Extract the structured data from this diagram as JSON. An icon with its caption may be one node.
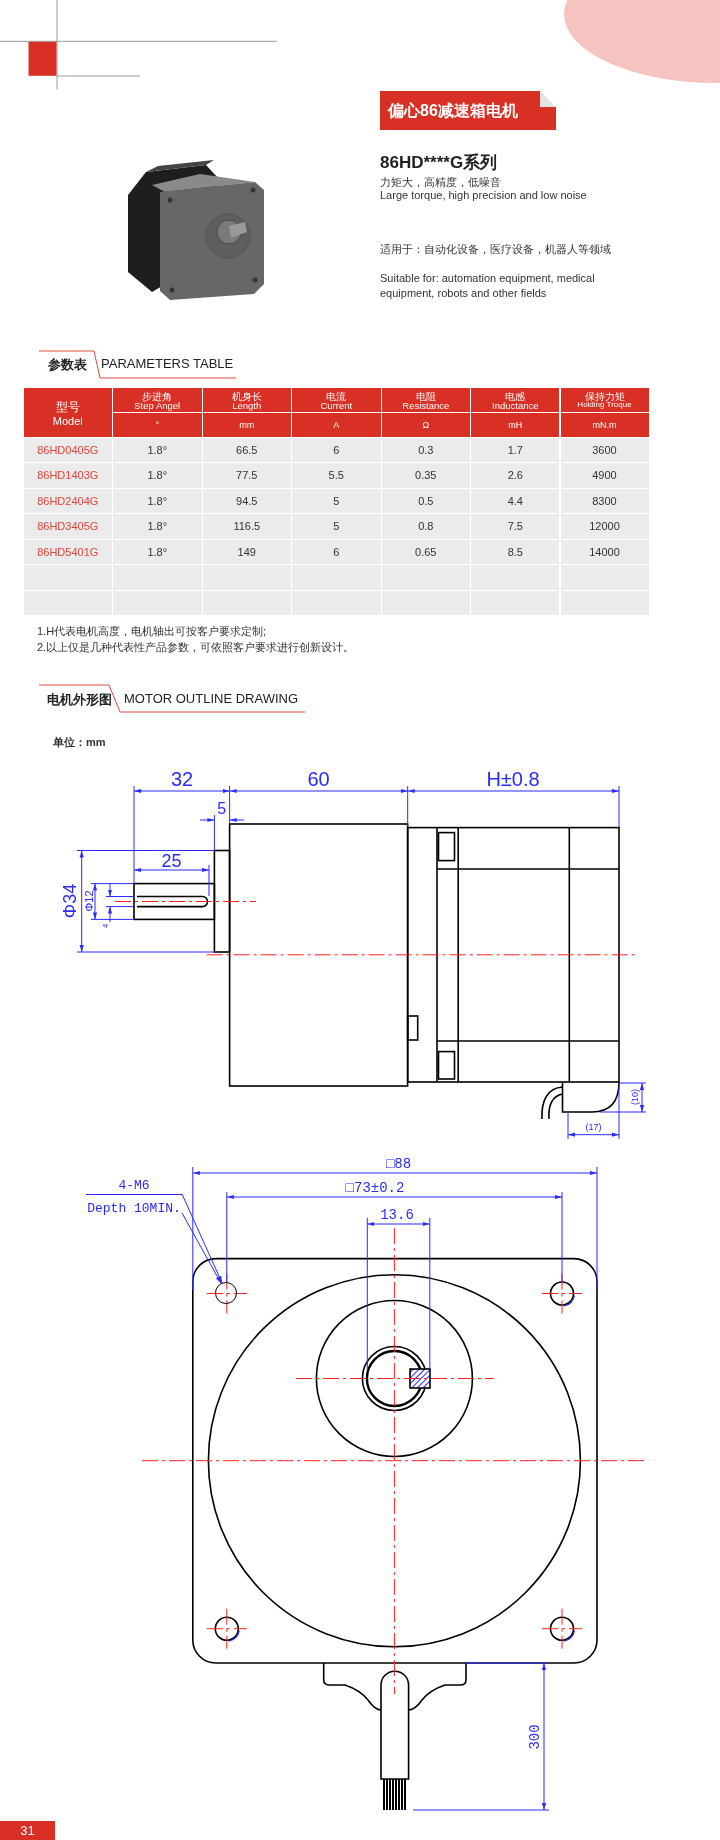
{
  "diagram": {
    "title": "偏心86减速箱电机",
    "nodes": [
      {
        "text": [
          "4-M6",
          "Depth 10MIN."
        ]
      },
      {
        "text": [],
        "shape": "circle"
      }
    ],
    "edges": [
      {
        "from": 0,
        "to": 1,
        "arrow": "to"
      },
      {
        "from": 0,
        "to": 1,
        "arrow": "to"
      }
    ],
    "labels": [
      "86HD****G系列",
      "力矩大，高精度，低噪音",
      "Large torque, high precision and low noise",
      "适用于：自动化设备，医疗设备，机器人等领域",
      "Suitable for: automation equipment, medical equipment, robots and other fields",
      "参数表",
      "PARAMETERS TABLE",
      "型号",
      "Model",
      "步进角",
      "Step Angel",
      "机身长",
      "Length",
      "电流",
      "Current",
      "电阻",
      "Resistance",
      "电感",
      "Inductance",
      "保持力矩",
      "Holding Troque",
      "°",
      "mm",
      "A",
      "Ω",
      "mH",
      "mN.m",
      "86HD0405G",
      "1.8°",
      "66.5",
      "6",
      "0.3",
      "1.7",
      "3600",
      "86HD1403G",
      "1.8°",
      "77.5",
      "5.5",
      "0.35",
      "2.6",
      "4900",
      "86HD2404G",
      "1.8°",
      "94.5",
      "5",
      "0.5",
      "4.4",
      "8300",
      "86HD3405G",
      "1.8°",
      "116.5",
      "5",
      "0.8",
      "7.5",
      "12000",
      "86HD5401G",
      "1.8°",
      "149",
      "6",
      "0.65",
      "8.5",
      "14000",
      "1.H代表电机高度，电机轴出可按客户要求定制;",
      "2.以上仅是几种代表性产品参数，可依照客户要求进行创新设计。",
      "电机外形图",
      "MOTOR OUTLINE DRAWING",
      "单位：mm",
      "32",
      "60",
      "H±0.8",
      "5",
      "25",
      "Φ34",
      "Φ12",
      "4",
      "(10)",
      "(17)",
      "□88",
      "□73±0.2",
      "13.6",
      "300",
      "31"
    ]
  }
}
